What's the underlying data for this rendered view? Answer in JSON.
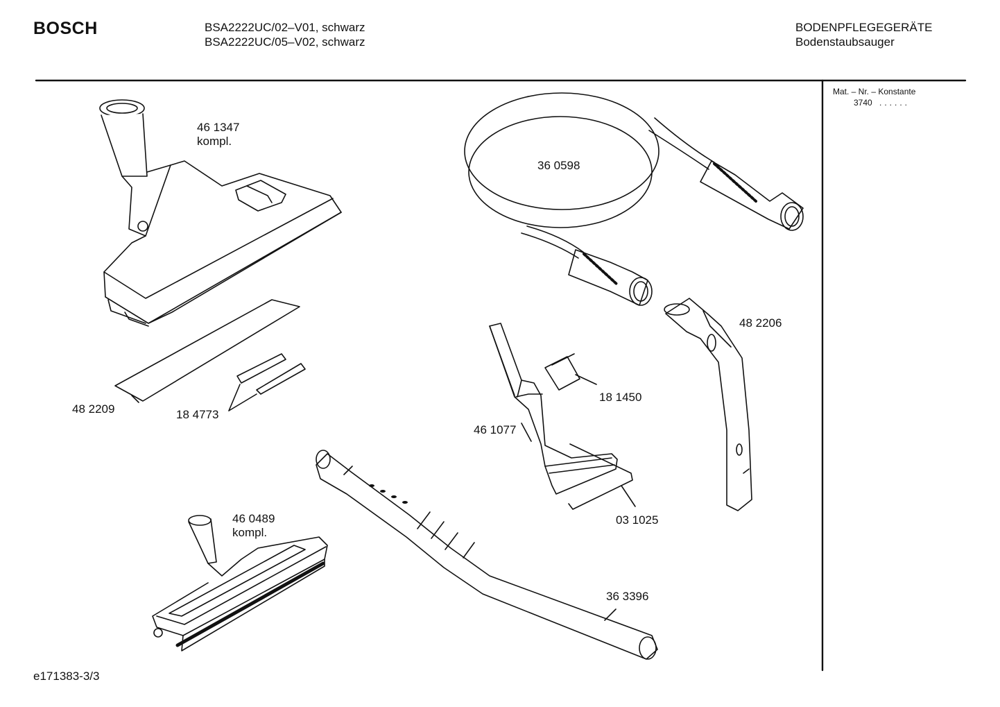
{
  "header": {
    "brand": "BOSCH",
    "models": [
      "BSA2222UC/02–V01, schwarz",
      "BSA2222UC/05–V02, schwarz"
    ],
    "category": "BODENPFLEGEGERÄTE",
    "subcategory": "Bodenstaubsauger"
  },
  "side_panel": {
    "label": "Mat. – Nr. – Konstante",
    "value": "3740",
    "dots": "......"
  },
  "parts": [
    {
      "number": "46 1347",
      "note": "kompl."
    },
    {
      "number": "48 2209",
      "note": ""
    },
    {
      "number": "18 4773",
      "note": ""
    },
    {
      "number": "46 0489",
      "note": "kompl."
    },
    {
      "number": "36 0598",
      "note": ""
    },
    {
      "number": "48 2206",
      "note": ""
    },
    {
      "number": "18 1450",
      "note": ""
    },
    {
      "number": "46 1077",
      "note": ""
    },
    {
      "number": "03 1025",
      "note": ""
    },
    {
      "number": "36 3396",
      "note": ""
    }
  ],
  "footer": {
    "code": "e171383-3/3"
  }
}
